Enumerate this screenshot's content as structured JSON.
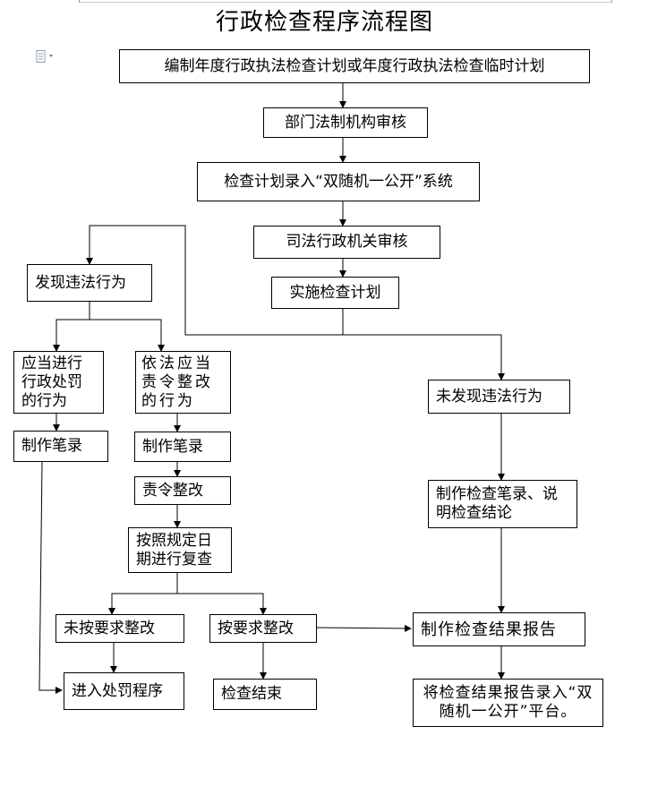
{
  "title": "行政检查程序流程图",
  "toolbar": {
    "doc_icon": "document-icon"
  },
  "nodes": {
    "plan": "编制年度行政执法检查计划或年度行政执法检查临时计划",
    "legal_review": "部门法制机构审核",
    "enter_system": "检查计划录入“双随机一公开”系统",
    "judicial_review": "司法行政机关审核",
    "implement": "实施检查计划",
    "found": "发现违法行为",
    "should_penalize": "应当进行行政处罚的行为",
    "order_rectify": "依法应当责令整改的行为",
    "record_left": "制作笔录",
    "record_mid": "制作笔录",
    "rectify_order": "责令整改",
    "recheck": "按照规定日期进行复查",
    "not_rectified": "未按要求整改",
    "rectified": "按要求整改",
    "penalty_proc": "进入处罚程序",
    "check_end": "检查结束",
    "not_found": "未发现违法行为",
    "make_conclusion": "制作检查笔录、说明检查结论",
    "make_report": "制作检查结果报告",
    "enter_report": "将检查结果报告录入“双随机一公开”平台。"
  }
}
